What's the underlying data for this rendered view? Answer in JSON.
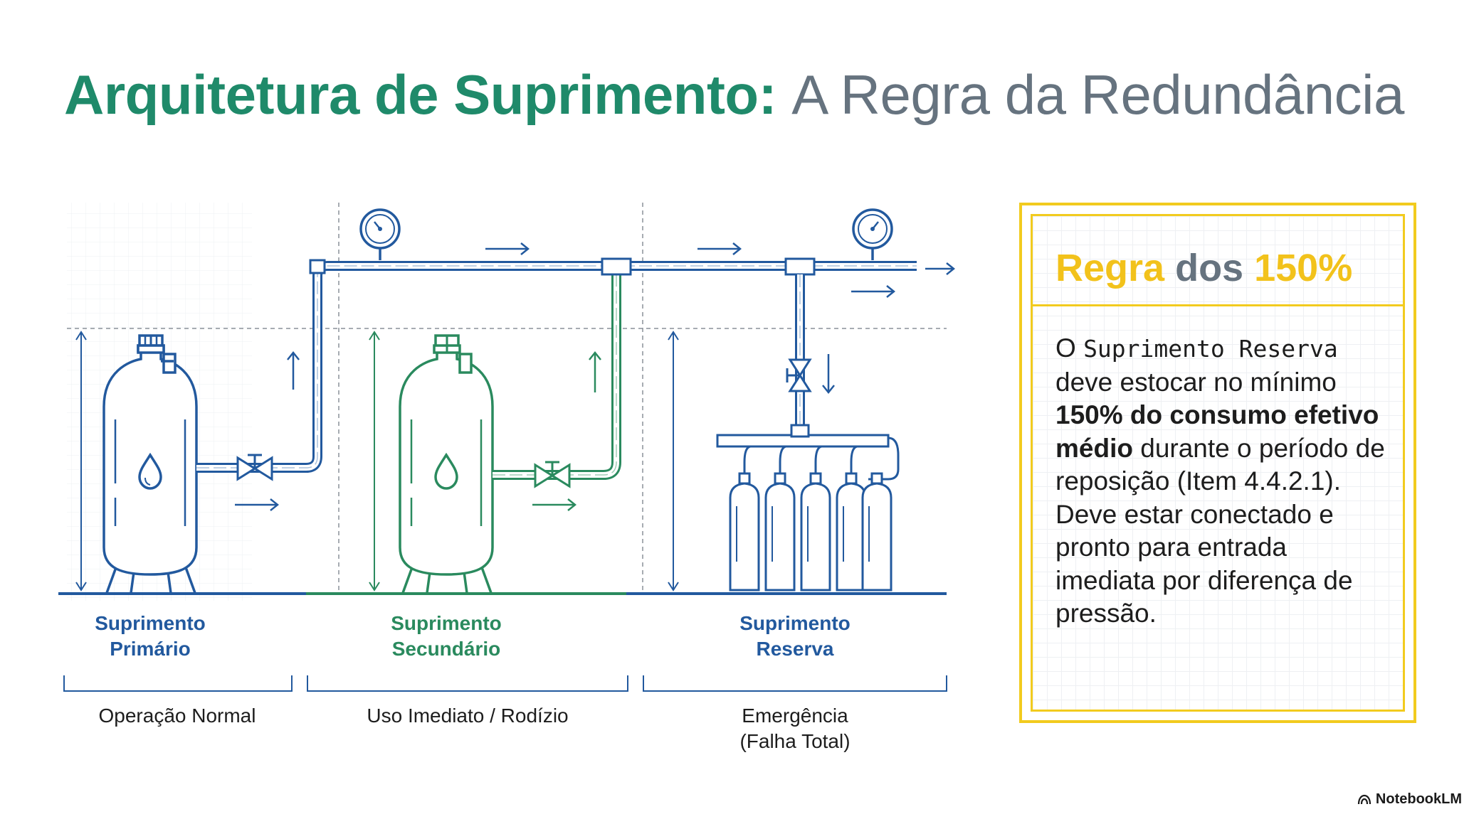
{
  "title": {
    "main": "Arquitetura de Suprimento:",
    "sub": "A Regra da Redundância"
  },
  "supplies": [
    {
      "name_line1": "Suprimento",
      "name_line2": "Primário",
      "mode": "Operação Normal",
      "mode_line2": "",
      "color": "#22599e"
    },
    {
      "name_line1": "Suprimento",
      "name_line2": "Secundário",
      "mode": "Uso Imediato / Rodízio",
      "mode_line2": "",
      "color": "#2a8a5e"
    },
    {
      "name_line1": "Suprimento",
      "name_line2": "Reserva",
      "mode": "Emergência",
      "mode_line2": "(Falha Total)",
      "color": "#22599e"
    }
  ],
  "callout": {
    "title_part1": "Regra",
    "title_part2": "dos",
    "title_part3": "150%",
    "body": {
      "p1_lead": "O ",
      "p1_mono": "Suprimento Reserva",
      "p1_text": " deve estocar no mínimo ",
      "p1_bold": "150% do consumo efetivo médio",
      "p1_tail": " durante o período de reposição (Item 4.4.2.1).",
      "p2": "Deve estar conectado e pronto para entrada imediata por diferença de pressão."
    },
    "border_color": "#f2cb1e"
  },
  "brand": {
    "name": "NotebookLM"
  },
  "colors": {
    "blue": "#22599e",
    "green": "#2a8a5e",
    "teal": "#1f8a6a",
    "gray": "#66737f",
    "yellow": "#f2cb1e"
  },
  "icons": [
    "water-drop-icon",
    "pressure-gauge-icon",
    "valve-icon",
    "flow-arrow-icon"
  ]
}
